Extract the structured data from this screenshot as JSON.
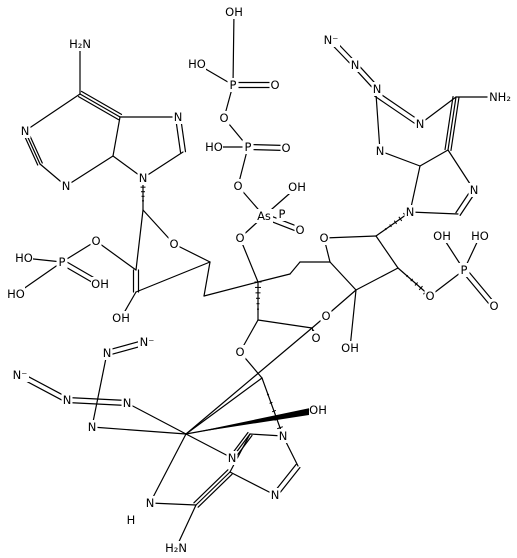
{
  "structure": {
    "name": "",
    "background": "#ffffff",
    "ink": "#000000",
    "atoms": [
      {
        "id": "nh2a",
        "t": "NH2"
      },
      {
        "id": "n1a",
        "t": "N"
      },
      {
        "id": "n3a",
        "t": "N"
      },
      {
        "id": "n7a",
        "t": "N"
      },
      {
        "id": "n9a",
        "t": "N"
      },
      {
        "id": "o4a",
        "t": "O"
      },
      {
        "id": "op1",
        "t": "O"
      },
      {
        "id": "pa",
        "t": "P"
      },
      {
        "id": "ohpa1",
        "t": "OH"
      },
      {
        "id": "hopa",
        "t": "HO"
      },
      {
        "id": "hopa2",
        "t": "HO"
      },
      {
        "id": "oh3a",
        "t": "OH"
      },
      {
        "id": "ohp1",
        "t": "OH"
      },
      {
        "id": "hop1",
        "t": "HO"
      },
      {
        "id": "p1",
        "t": "P"
      },
      {
        "id": "op1b",
        "t": "O"
      },
      {
        "id": "ob1",
        "t": "O"
      },
      {
        "id": "p2",
        "t": "P"
      },
      {
        "id": "hop2",
        "t": "HO"
      },
      {
        "id": "op2",
        "t": "O"
      },
      {
        "id": "ob2",
        "t": "O"
      },
      {
        "id": "p3",
        "t": "P"
      },
      {
        "id": "ohp3",
        "t": "OH"
      },
      {
        "id": "op3",
        "t": "O"
      },
      {
        "id": "ob3",
        "t": "O"
      },
      {
        "id": "as",
        "t": "As"
      },
      {
        "id": "n_az1",
        "t": "N"
      },
      {
        "id": "n_az2",
        "t": "N"
      },
      {
        "id": "n_az3",
        "t": "N"
      },
      {
        "id": "nh2b",
        "t": "NH2"
      },
      {
        "id": "n1b",
        "t": "N"
      },
      {
        "id": "n3b",
        "t": "N"
      },
      {
        "id": "n7b",
        "t": "N"
      },
      {
        "id": "n9b",
        "t": "N"
      },
      {
        "id": "o4b",
        "t": "O"
      },
      {
        "id": "opb",
        "t": "O"
      },
      {
        "id": "pb",
        "t": "P"
      },
      {
        "id": "ohpb",
        "t": "OH"
      },
      {
        "id": "hopb",
        "t": "HO"
      },
      {
        "id": "opb2",
        "t": "O"
      },
      {
        "id": "oh3b",
        "t": "OH"
      },
      {
        "id": "o3b",
        "t": "O"
      },
      {
        "id": "o4c",
        "t": "O"
      },
      {
        "id": "oh2c",
        "t": "OH"
      },
      {
        "id": "oh3c",
        "t": "O"
      },
      {
        "id": "n9c",
        "t": "N"
      },
      {
        "id": "n3c",
        "t": "N"
      },
      {
        "id": "n7c",
        "t": "N"
      },
      {
        "id": "n1c",
        "t": "N"
      },
      {
        "id": "h1c",
        "t": "H"
      },
      {
        "id": "nh2c",
        "t": "NH2"
      },
      {
        "id": "naz1",
        "t": "N"
      },
      {
        "id": "naz2",
        "t": "N"
      },
      {
        "id": "naz3",
        "t": "N"
      },
      {
        "id": "naz4",
        "t": "N"
      },
      {
        "id": "naz5",
        "t": "N"
      },
      {
        "id": "naz6",
        "t": "N"
      }
    ]
  }
}
